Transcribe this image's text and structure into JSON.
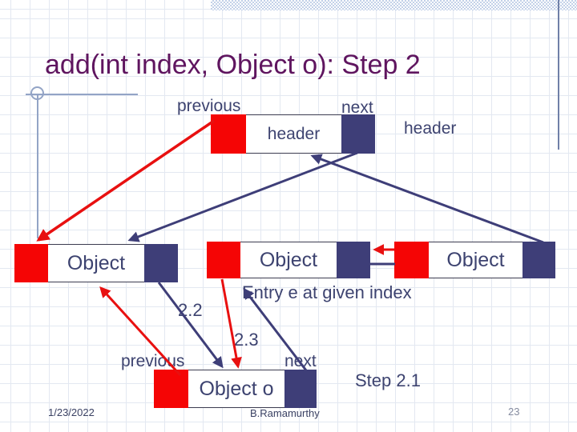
{
  "slide": {
    "title": "add(int index, Object o): Step 2"
  },
  "nodes": {
    "header": {
      "label": "header"
    },
    "left_object": {
      "label": "Object"
    },
    "middle_object": {
      "label": "Object"
    },
    "right_object": {
      "label": "Object"
    },
    "new_object": {
      "label": "Object o"
    }
  },
  "labels": {
    "prev_top": "previous",
    "next_top": "next",
    "header_floating": "header",
    "entry_note": "Entry e at given index",
    "step_2_2": "2.2",
    "step_2_3": "2.3",
    "prev_bottom": "previous",
    "next_bottom": "next",
    "step_2_1": "Step 2.1"
  },
  "footer": {
    "date": "1/23/2022",
    "author": "B.Ramamurthy",
    "page_number": "23"
  },
  "colors": {
    "title_text": "#5f155f",
    "pointer_red": "#e81010",
    "cell_red": "#f50505",
    "cell_blue": "#3e3e78",
    "label_text": "#3d4370",
    "grid_line": "#e3e8f1",
    "top_band": "#c3d1e8",
    "footer_text": "#3a4163",
    "page_number_text": "#868ca0"
  },
  "diagram": {
    "type": "linked-list-insertion",
    "edges": [
      {
        "name": "header-prev-to-left-object",
        "color": "red"
      },
      {
        "name": "header-chain-to-left-object",
        "color": "blue"
      },
      {
        "name": "right-object-to-header",
        "color": "blue"
      },
      {
        "name": "new-prev-to-left-object",
        "color": "red"
      },
      {
        "name": "left-next-to-new-object",
        "color": "blue"
      },
      {
        "name": "entry-prev-to-new-object",
        "color": "red"
      },
      {
        "name": "new-next-to-entry",
        "color": "blue"
      },
      {
        "name": "right-prev-to-entry",
        "color": "red"
      },
      {
        "name": "entry-next-to-right-object",
        "color": "blue"
      }
    ]
  }
}
